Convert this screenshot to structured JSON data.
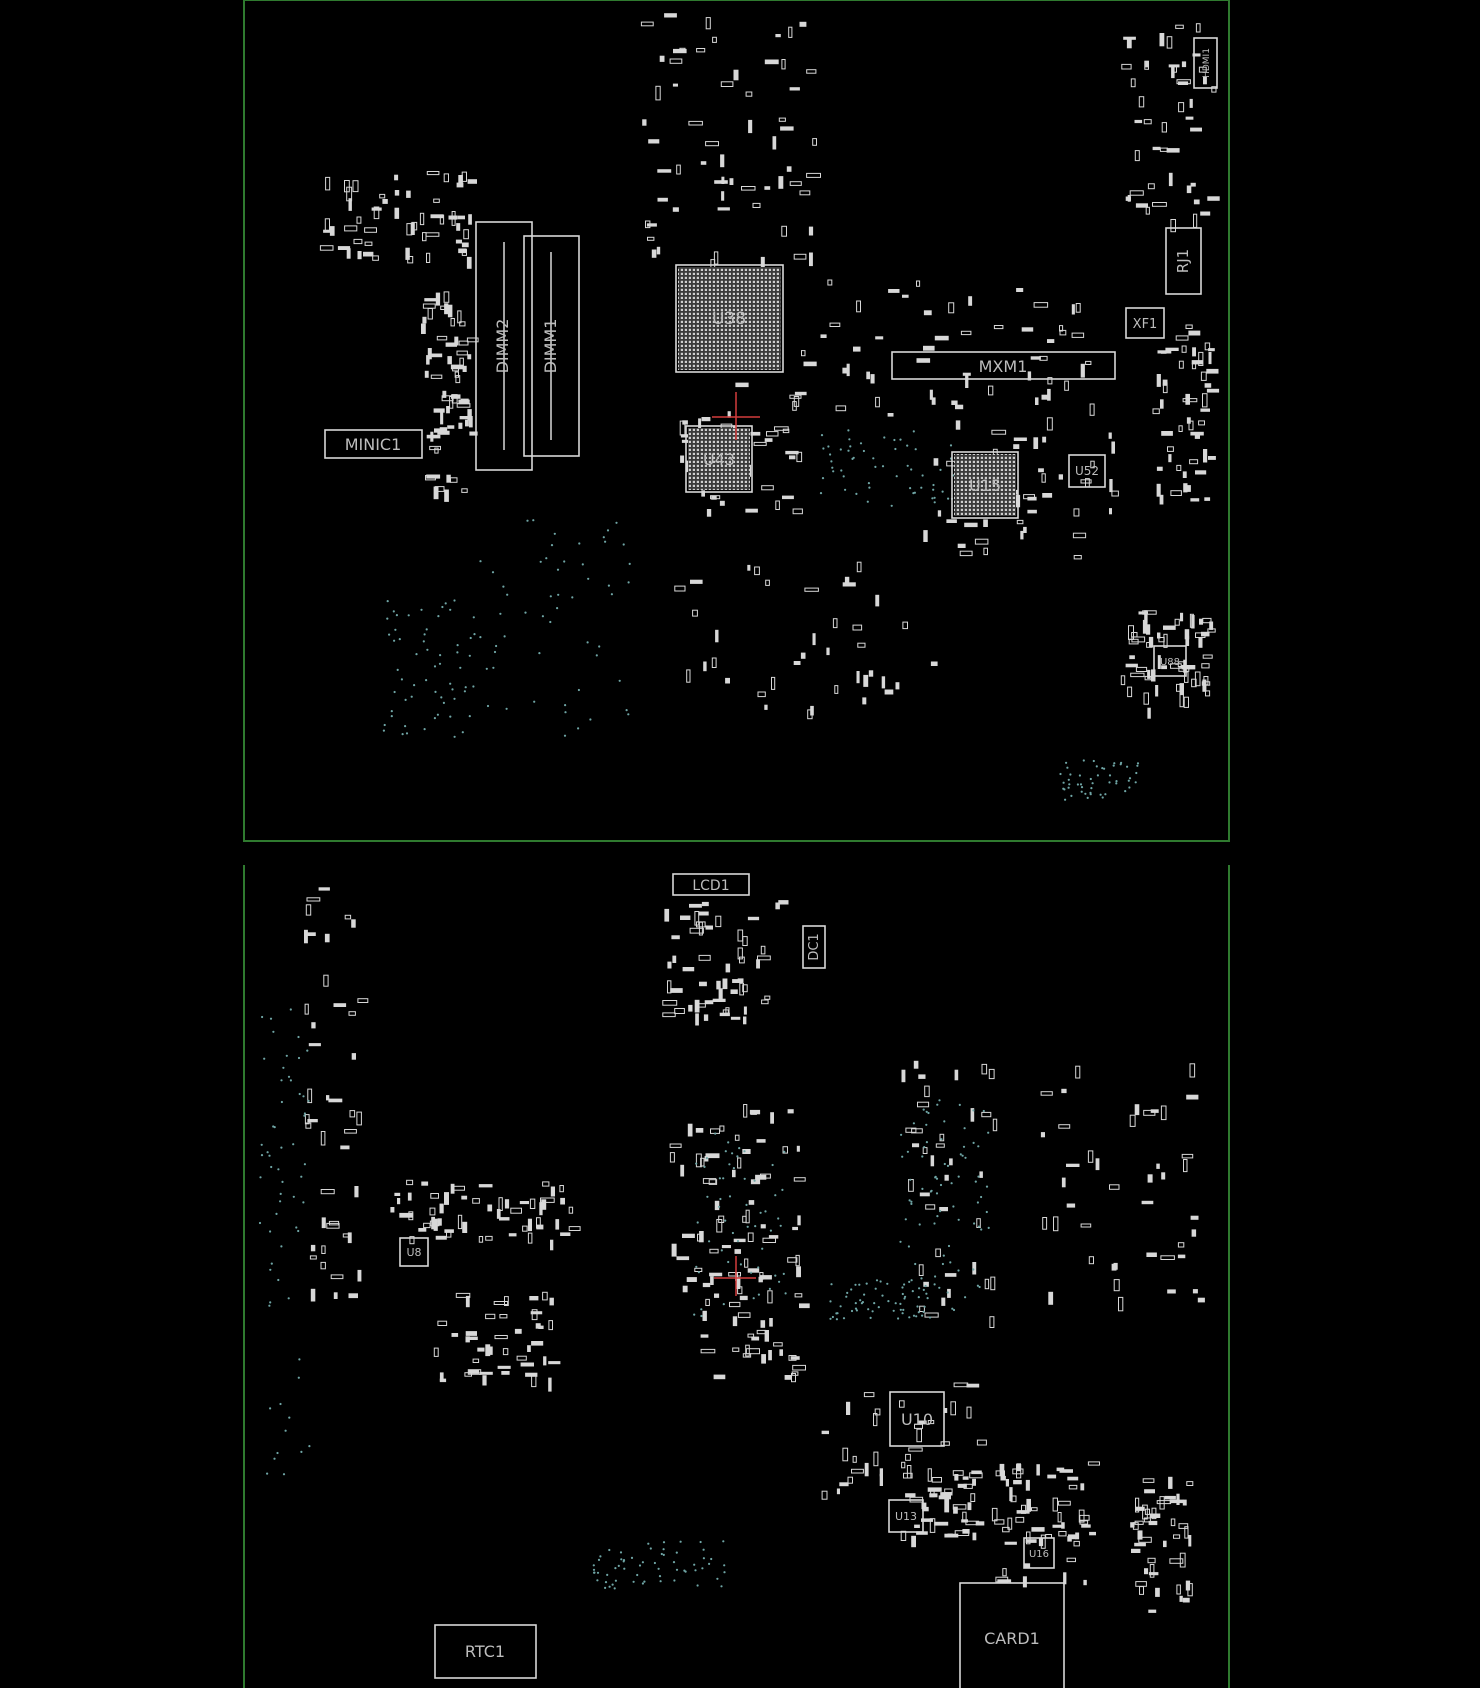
{
  "colors": {
    "background": "#000000",
    "board_edge": "#2f7a2f",
    "silkscreen": "#d8d8d8",
    "label": "#bdbdbd",
    "via_dots": "#6fa5a5",
    "marker": "#d23c3c"
  },
  "top_side": {
    "components": [
      {
        "ref": "U38"
      },
      {
        "ref": "U43"
      },
      {
        "ref": "U15"
      },
      {
        "ref": "U52"
      },
      {
        "ref": "U88"
      },
      {
        "ref": "MXM1"
      },
      {
        "ref": "DIMM2"
      },
      {
        "ref": "DIMM1"
      },
      {
        "ref": "MINIC1"
      },
      {
        "ref": "RJ1"
      },
      {
        "ref": "XF1"
      },
      {
        "ref": "HDMI1"
      }
    ]
  },
  "bottom_side": {
    "components": [
      {
        "ref": "LCD1"
      },
      {
        "ref": "DC1"
      },
      {
        "ref": "U10"
      },
      {
        "ref": "U13"
      },
      {
        "ref": "U16"
      },
      {
        "ref": "U8"
      },
      {
        "ref": "RTC1"
      },
      {
        "ref": "CARD1"
      }
    ]
  }
}
